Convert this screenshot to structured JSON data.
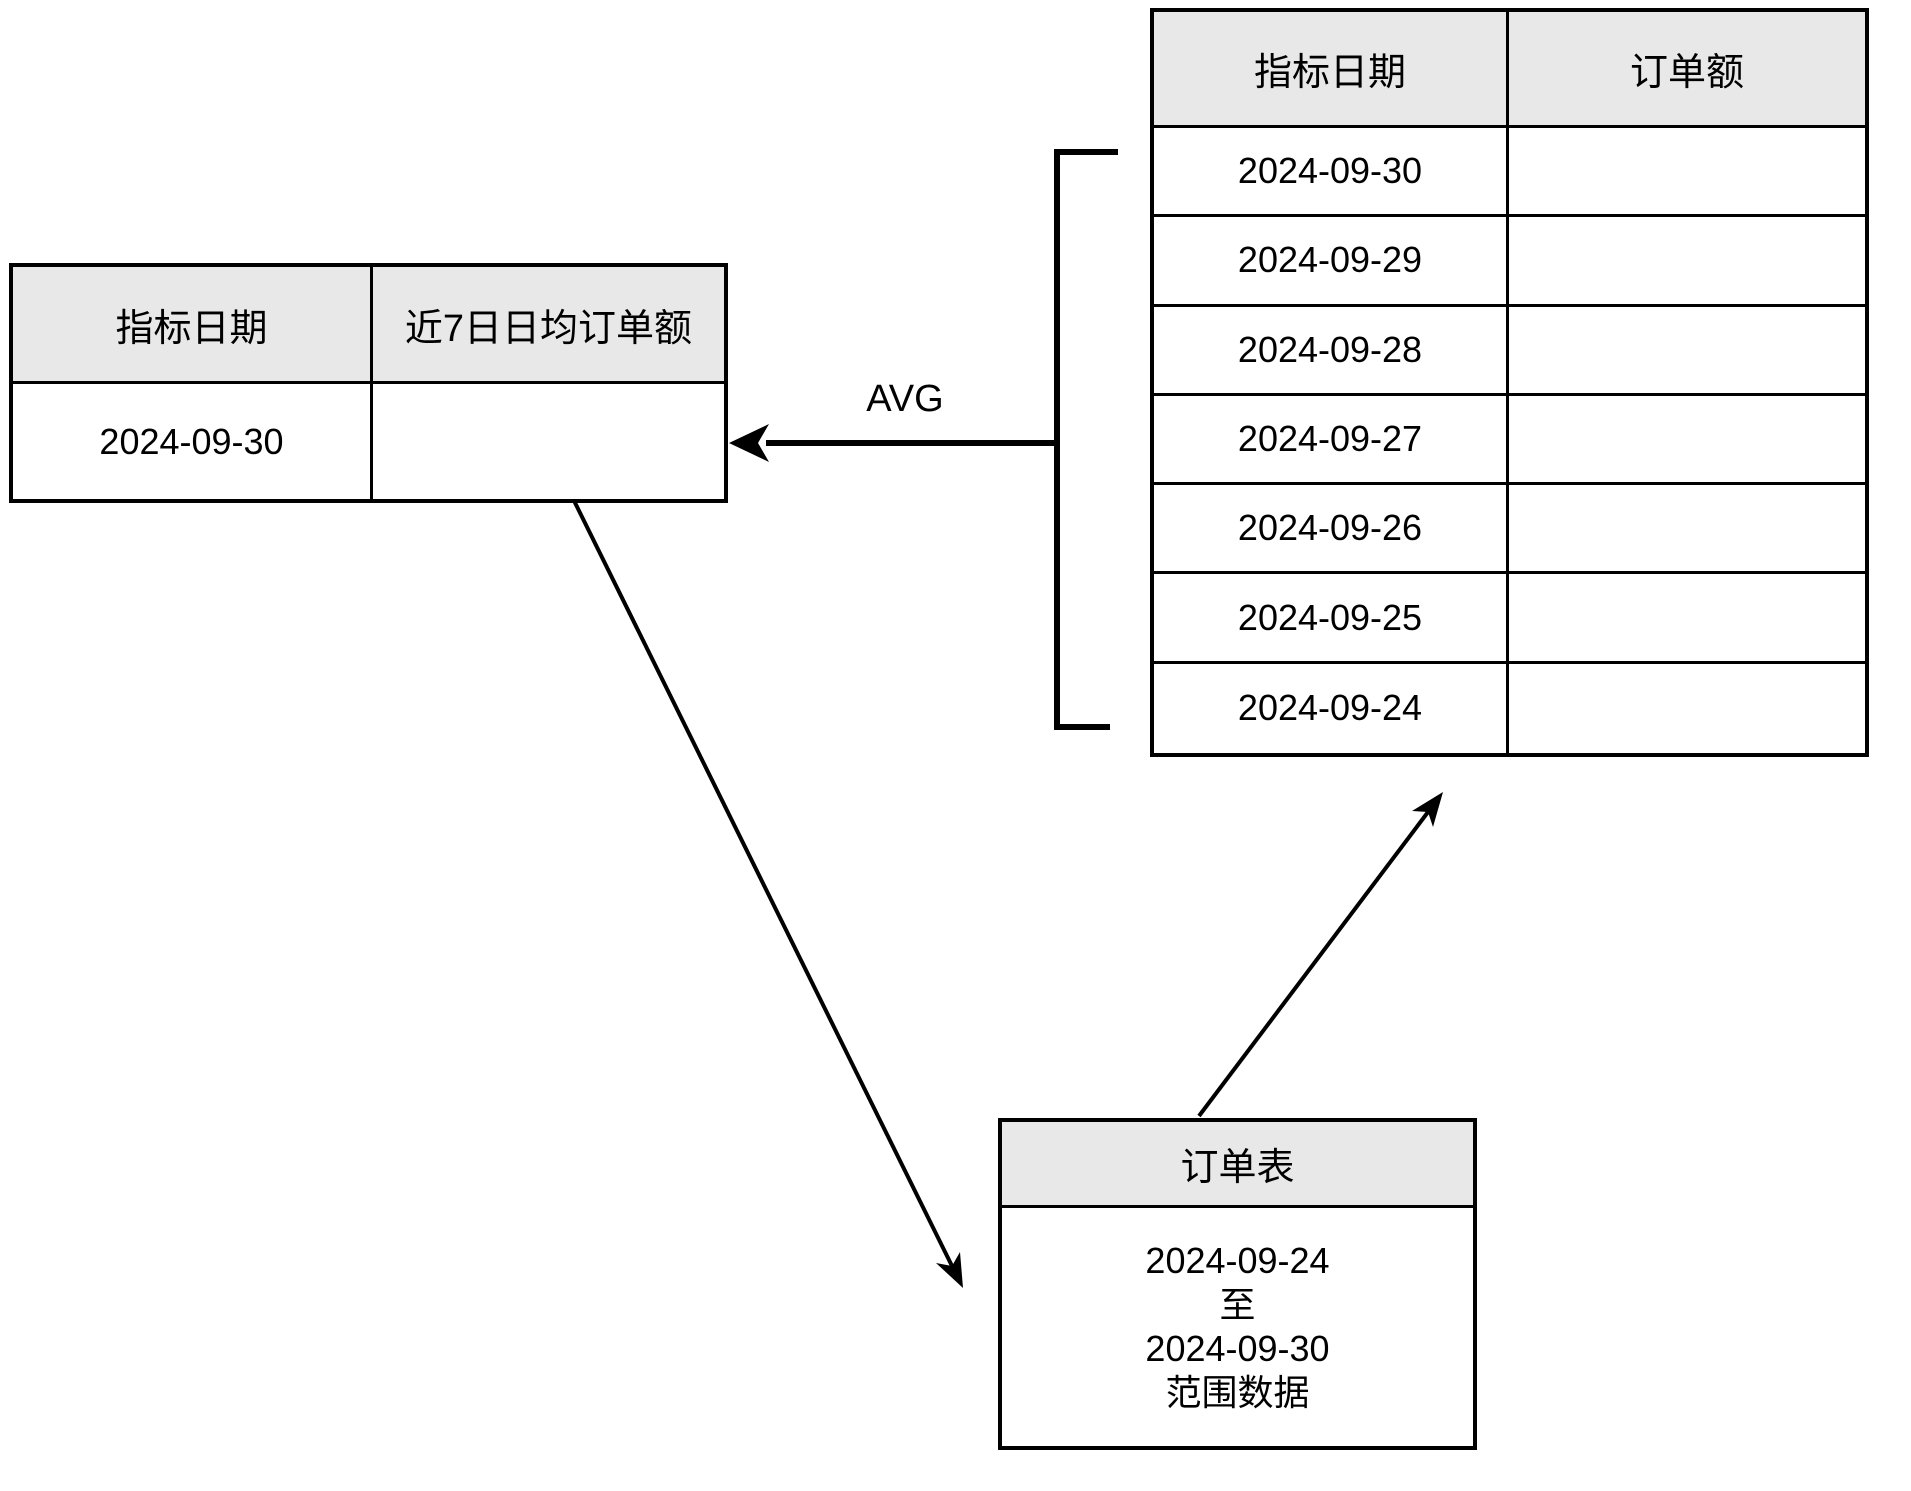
{
  "avg_label": "AVG",
  "result_table": {
    "headers": [
      "指标日期",
      "近7日日均订单额"
    ],
    "rows": [
      {
        "date": "2024-09-30",
        "value": ""
      }
    ]
  },
  "daily_table": {
    "headers": [
      "指标日期",
      "订单额"
    ],
    "rows": [
      {
        "date": "2024-09-30",
        "value": ""
      },
      {
        "date": "2024-09-29",
        "value": ""
      },
      {
        "date": "2024-09-28",
        "value": ""
      },
      {
        "date": "2024-09-27",
        "value": ""
      },
      {
        "date": "2024-09-26",
        "value": ""
      },
      {
        "date": "2024-09-25",
        "value": ""
      },
      {
        "date": "2024-09-24",
        "value": ""
      }
    ]
  },
  "order_box": {
    "title": "订单表",
    "lines": [
      "2024-09-24",
      "至",
      "2024-09-30",
      "范围数据"
    ]
  },
  "colors": {
    "header_bg": "#e8e8e8",
    "border": "#000000",
    "background": "#ffffff"
  }
}
